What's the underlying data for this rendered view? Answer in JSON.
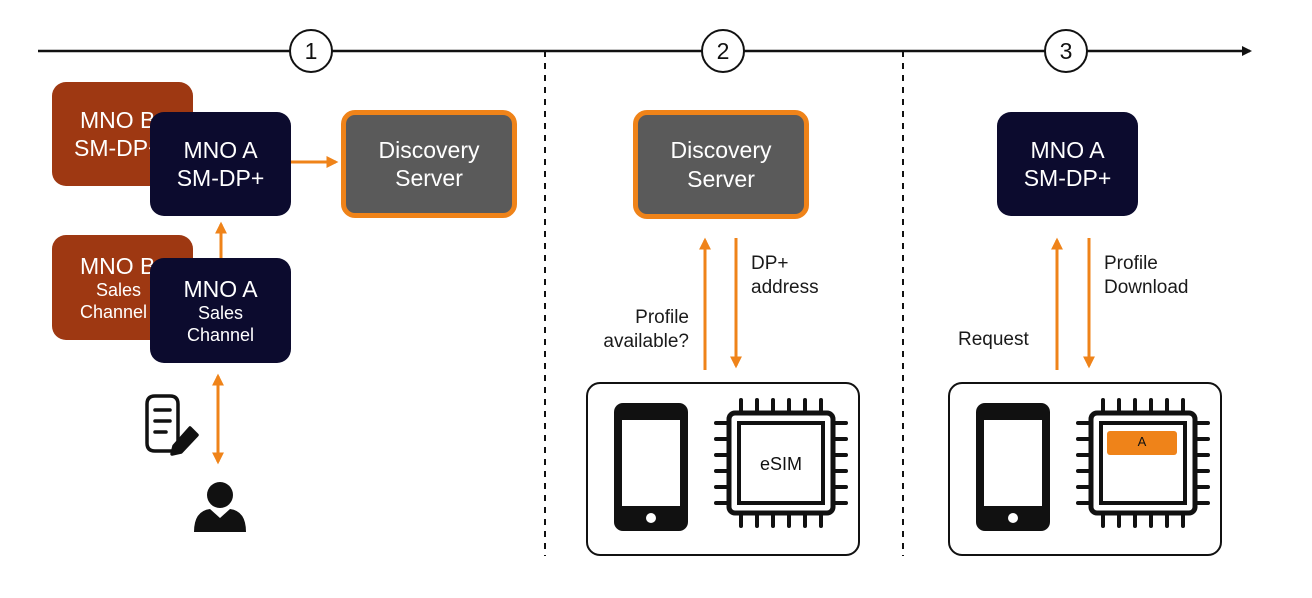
{
  "steps": [
    {
      "number": "1"
    },
    {
      "number": "2"
    },
    {
      "number": "3"
    }
  ],
  "step1": {
    "mno_b_dp_line1": "MNO B",
    "mno_b_dp_line2": "SM-DP+",
    "mno_a_dp_line1": "MNO A",
    "mno_a_dp_line2": "SM-DP+",
    "mno_b_sales_line1": "MNO B",
    "mno_b_sales_line2": "Sales",
    "mno_b_sales_line3": "Channel",
    "mno_a_sales_line1": "MNO A",
    "mno_a_sales_line2": "Sales",
    "mno_a_sales_line3": "Channel",
    "discovery_line1": "Discovery",
    "discovery_line2": "Server",
    "icons": [
      "contract-document-icon",
      "user-icon"
    ]
  },
  "step2": {
    "discovery_line1": "Discovery",
    "discovery_line2": "Server",
    "up_label_line1": "Profile",
    "up_label_line2": "available?",
    "down_label_line1": "DP+",
    "down_label_line2": "address",
    "esim_label": "eSIM",
    "icons": [
      "smartphone-icon",
      "esim-chip-icon"
    ]
  },
  "step3": {
    "mno_a_dp_line1": "MNO A",
    "mno_a_dp_line2": "SM-DP+",
    "up_label": "Request",
    "down_label_line1": "Profile",
    "down_label_line2": "Download",
    "profile_slot_label": "A",
    "icons": [
      "smartphone-icon",
      "esim-chip-icon"
    ]
  },
  "colors": {
    "arrow": "#ef8319",
    "navy_box": "#0c0b2e",
    "rust_box": "#9e3812",
    "server_box": "#5a5a5a",
    "server_border": "#ef8319",
    "line": "#111111"
  }
}
